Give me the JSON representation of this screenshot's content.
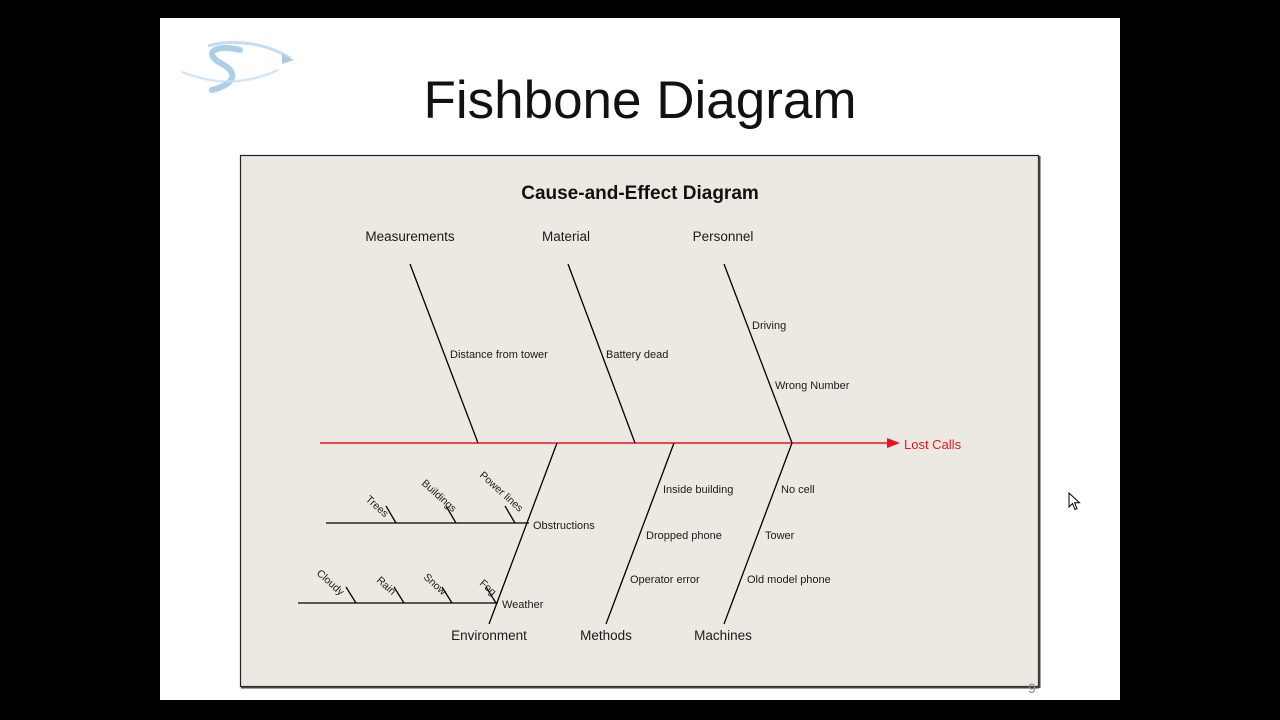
{
  "slide": {
    "title": "Fishbone Diagram",
    "page_number": "9"
  },
  "diagram": {
    "title": "Cause-and-Effect Diagram",
    "effect": "Lost Calls",
    "colors": {
      "panel_bg": "#ece9e2",
      "spine": "#e8141e",
      "effect_text": "#e8141e",
      "lines": "#000000"
    },
    "categories": [
      {
        "name": "Measurements",
        "causes": [
          "Distance from tower"
        ]
      },
      {
        "name": "Material",
        "causes": [
          "Battery dead"
        ]
      },
      {
        "name": "Personnel",
        "causes": [
          "Driving",
          "Wrong Number"
        ]
      },
      {
        "name": "Environment",
        "causes": [
          {
            "name": "Obstructions",
            "sub_causes": [
              "Trees",
              "Buildings",
              "Power lines"
            ]
          },
          {
            "name": "Weather",
            "sub_causes": [
              "Cloudy",
              "Rain",
              "Snow",
              "Fog"
            ]
          }
        ]
      },
      {
        "name": "Methods",
        "causes": [
          "Inside building",
          "Dropped phone",
          "Operator error"
        ]
      },
      {
        "name": "Machines",
        "causes": [
          "No cell",
          "Tower",
          "Old model phone"
        ]
      }
    ]
  }
}
